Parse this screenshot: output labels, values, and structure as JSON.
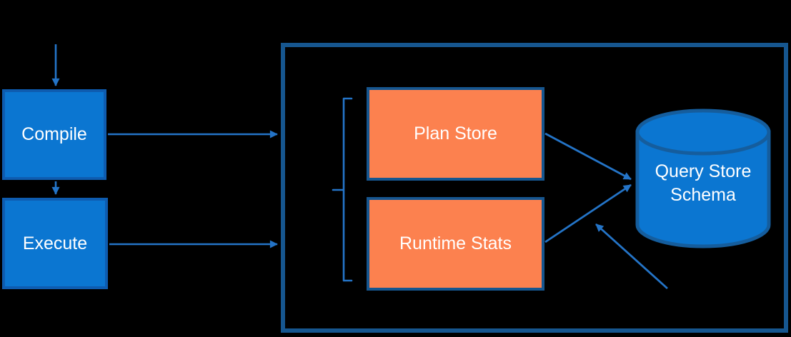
{
  "canvas": {
    "width": "1107",
    "height": "472",
    "background": "#000000"
  },
  "colors": {
    "node_fill_blue": "#0b76d1",
    "node_border_blue": "#0e5cb0",
    "container_border": "#16568f",
    "node_fill_orange": "#fc814f",
    "arrow_blue": "#2474c7",
    "label_text": "#ffffff"
  },
  "nodes": {
    "compile": {
      "label": "Compile"
    },
    "execute": {
      "label": "Execute"
    },
    "plan_store": {
      "label": "Plan Store"
    },
    "runtime_stats": {
      "label": "Runtime Stats"
    },
    "query_store_schema": {
      "label_line1": "Query Store",
      "label_line2": "Schema"
    }
  },
  "connections": [
    {
      "from": "top-input",
      "to": "compile"
    },
    {
      "from": "compile",
      "to": "execute"
    },
    {
      "from": "compile",
      "to": "query-store-container"
    },
    {
      "from": "execute",
      "to": "query-store-container"
    },
    {
      "from": "plan-store",
      "to": "query-store-schema"
    },
    {
      "from": "runtime-stats",
      "to": "query-store-schema"
    },
    {
      "from": "bottom-offscreen",
      "to": "runtime-stats-to-schema-junction"
    }
  ],
  "grouping": {
    "brace_targets": [
      "plan_store",
      "runtime_stats"
    ]
  }
}
